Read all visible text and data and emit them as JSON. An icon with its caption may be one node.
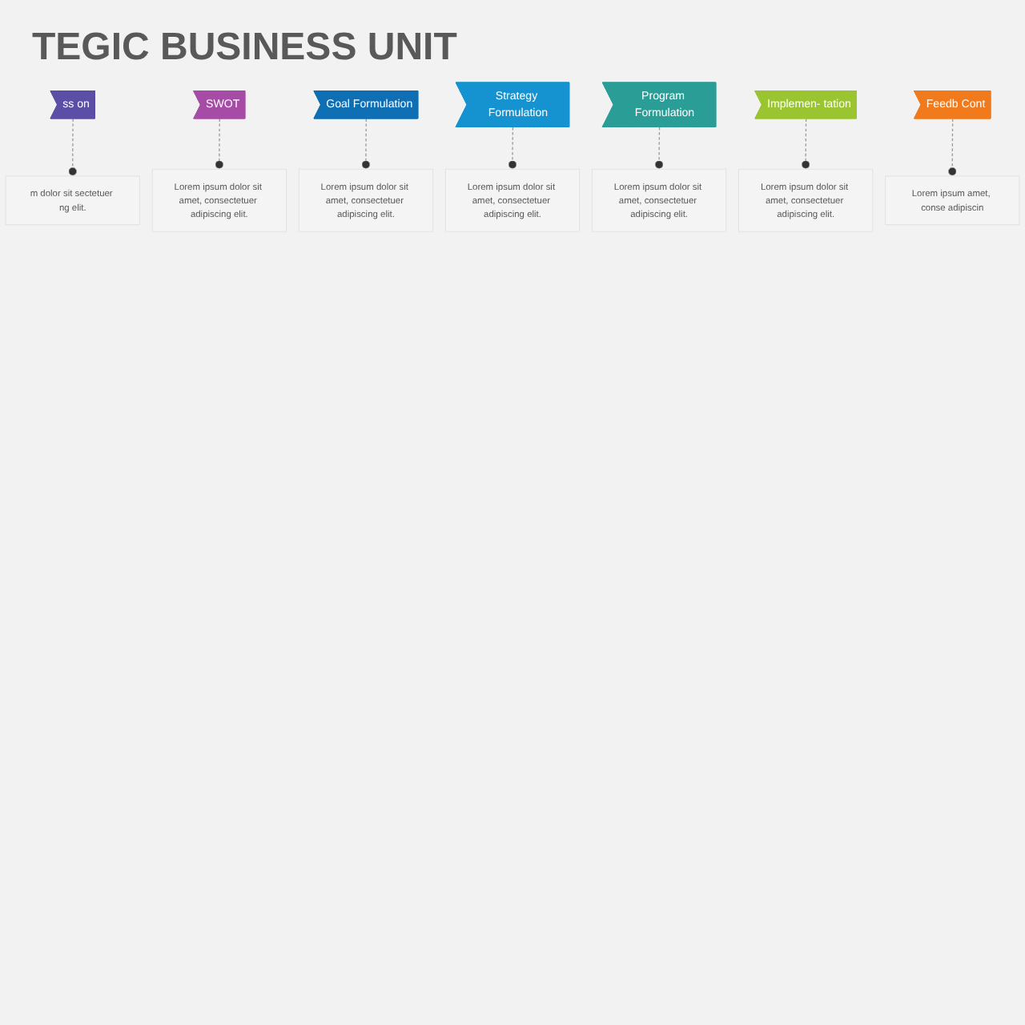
{
  "diagram": {
    "title": "TEGIC BUSINESS UNIT",
    "nodes": [
      {
        "text": [
          "ss on"
        ]
      },
      {
        "text": [
          "SWOT"
        ]
      },
      {
        "text": [
          "Goal Formulation"
        ]
      },
      {
        "text": [
          "Strategy Formulation"
        ]
      },
      {
        "text": [
          "Program Formulation"
        ]
      },
      {
        "text": [
          "Implemen- tation"
        ]
      },
      {
        "text": [
          "Feedb Cont"
        ]
      },
      {
        "text": [
          "m dolor sit sectetuer ng elit."
        ]
      },
      {
        "text": [
          "Lorem ipsum dolor sit amet, consectetuer adipiscing elit."
        ]
      },
      {
        "text": [
          "Lorem ipsum dolor sit amet, consectetuer adipiscing elit."
        ]
      },
      {
        "text": [
          "Lorem ipsum dolor sit amet, consectetuer adipiscing elit."
        ]
      },
      {
        "text": [
          "Lorem ipsum dolor sit amet, consectetuer adipiscing elit."
        ]
      },
      {
        "text": [
          "Lorem ipsum dolor sit amet, consectetuer adipiscing elit."
        ]
      },
      {
        "text": [
          "Lorem ipsum amet, conse adipiscin"
        ]
      }
    ],
    "edges": [
      {
        "from": 0,
        "to": 7,
        "arrow": "other",
        "style": "dashed"
      },
      {
        "from": 1,
        "to": 8,
        "arrow": "other",
        "style": "dashed"
      },
      {
        "from": 2,
        "to": 9,
        "arrow": "other",
        "style": "dashed"
      },
      {
        "from": 3,
        "to": 10,
        "arrow": "other",
        "style": "dashed"
      },
      {
        "from": 4,
        "to": 11,
        "arrow": "other",
        "style": "dashed"
      },
      {
        "from": 5,
        "to": 12,
        "arrow": "other",
        "style": "dashed"
      },
      {
        "from": 6,
        "to": 13,
        "arrow": "other",
        "style": "dashed"
      }
    ]
  }
}
